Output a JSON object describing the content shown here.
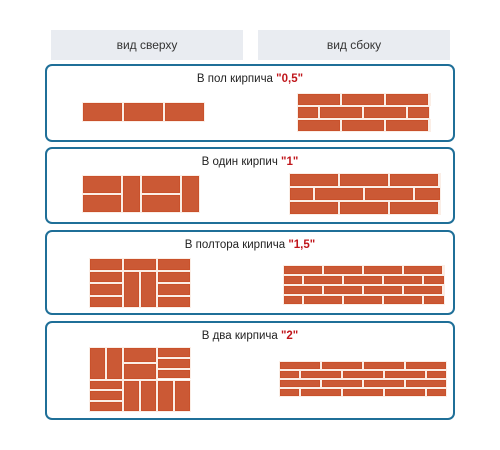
{
  "headers": {
    "top_view": "вид сверху",
    "side_view": "вид сбоку"
  },
  "colors": {
    "brick": "#c9512b",
    "accent_number": "#c0161b",
    "panel_border": "#1f6f98",
    "header_bg": "#e9ecf1"
  },
  "panels": [
    {
      "prefix": "В пол кирпича ",
      "number": "\"0,5\""
    },
    {
      "prefix": "В один кирпич ",
      "number": "\"1\""
    },
    {
      "prefix": "В полтора кирпича ",
      "number": "\"1,5\""
    },
    {
      "prefix": "В два кирпича ",
      "number": "\"2\""
    }
  ]
}
